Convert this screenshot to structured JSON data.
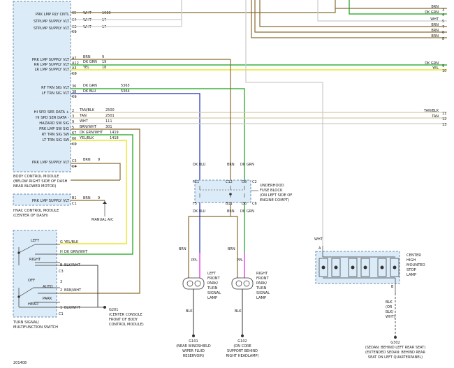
{
  "page_id": "201408",
  "bcm": {
    "pins": [
      {
        "label": "PRK LMP RLY CNTL",
        "pin": "65",
        "color": "WHT",
        "circuit": "1080"
      },
      {
        "label": "STPLMP SUPPLY VLT",
        "pin": "C4",
        "color": "WHT",
        "circuit": "17"
      },
      {
        "label": "STPLMP SUPPLY VLT",
        "pin": "C2",
        "color": "WHT",
        "circuit": "17"
      },
      {
        "label": "",
        "pin": "C1",
        "color": "",
        "circuit": ""
      },
      {
        "label": "PRK LMP SUPPLY VLT",
        "pin": "A7",
        "color": "BRN",
        "circuit": "9"
      },
      {
        "label": "RR LMP SUPPLY VLT",
        "pin": "A12",
        "color": "DK GRN",
        "circuit": "19"
      },
      {
        "label": "LR LMP SUPPLY VLT",
        "pin": "A3",
        "color": "YEL",
        "circuit": "18"
      },
      {
        "label": "",
        "pin": "C3",
        "color": "",
        "circuit": ""
      },
      {
        "label": "RF TRN SIG VLT",
        "pin": "36",
        "color": "DK GRN",
        "circuit": "5365"
      },
      {
        "label": "LF TRN SIG VLT",
        "pin": "38",
        "color": "DK BLU",
        "circuit": "5364"
      },
      {
        "label": "",
        "pin": "C1",
        "color": "",
        "circuit": ""
      },
      {
        "label": "HI SPD SER DATA +",
        "pin": "2",
        "color": "TAN/BLK",
        "circuit": "2500"
      },
      {
        "label": "HI SPD SER DATA -",
        "pin": "3",
        "color": "TAN",
        "circuit": "2501"
      },
      {
        "label": "HAZARD SW SIG",
        "pin": "9",
        "color": "WHT",
        "circuit": "111"
      },
      {
        "label": "PRK LMP SW SIG",
        "pin": "5",
        "color": "BRN/WHT",
        "circuit": "301"
      },
      {
        "label": "RT TRN SIG SW",
        "pin": "67",
        "color": "DK GRN/WHT",
        "circuit": "1419"
      },
      {
        "label": "LT TRN SIG SW",
        "pin": "66",
        "color": "YEL/BLK",
        "circuit": "1418"
      },
      {
        "label": "",
        "pin": "C2",
        "color": "",
        "circuit": ""
      },
      {
        "label": "PRK LMP SUPPLY VLT",
        "pin": "C5",
        "color": "BRN",
        "circuit": "9"
      },
      {
        "label": "",
        "pin": "C4",
        "color": "",
        "circuit": ""
      }
    ],
    "caption": [
      "BODY CONTROL MODULE",
      "(BELOW RIGHT SIDE OF DASH",
      "NEAR BLOWER MOTOR)"
    ]
  },
  "hvac": {
    "label": "PRK LMP SUPPLY VLT",
    "pin": "B1",
    "color": "BRN",
    "circuit": "9",
    "connector": "C1",
    "caption": [
      "HVAC CONTROL MODULE",
      "(CENTER OF DASH)"
    ],
    "note": "MANUAL A/C"
  },
  "turn_switch": {
    "left": "LEFT",
    "right": "RIGHT",
    "off": "OFF",
    "auto": "AUTO",
    "park": "PARK",
    "head": "HEAD",
    "pins": [
      {
        "pin": "G",
        "color": "YEL/BLK"
      },
      {
        "pin": "H",
        "color": "DK GRN/WHT"
      },
      {
        "pin": "B",
        "color": "BLK/WHT"
      },
      {
        "pin": "3",
        "color": ""
      },
      {
        "pin": "2",
        "color": "BRN/WHT"
      },
      {
        "pin": "1",
        "color": "BLK/WHT"
      }
    ],
    "connectors": [
      "C3",
      "C1"
    ],
    "caption": [
      "TURN SIGNAL/",
      "MULTIFUNCTION SWITCH"
    ]
  },
  "g201": {
    "label": "G201",
    "desc": [
      "(CENTER CONSOLE",
      "FRONT OF BODY",
      "CONTROL MODULE)"
    ]
  },
  "right_edge": [
    {
      "color": "BRN",
      "ref": "3"
    },
    {
      "color": "DK GRN",
      "ref": "4"
    },
    {
      "color": "WHT",
      "ref": "5"
    },
    {
      "color": "BRN",
      "ref": "7"
    },
    {
      "color": "BRN",
      "ref": "6"
    },
    {
      "color": "BRN",
      "ref": "8"
    },
    {
      "color": "DK GRN",
      "ref": "9"
    },
    {
      "color": "YEL",
      "ref": "10"
    },
    {
      "color": "TAN/BLK",
      "ref": "11"
    },
    {
      "color": "TAN",
      "ref": "12"
    },
    {
      "color": "",
      "ref": "13"
    }
  ],
  "fuse_block": {
    "caption": [
      "UNDERHOOD",
      "FUSE BLOCK",
      "(ON LEFT SIDE OF",
      "ENGINE COMPT)"
    ],
    "left_wire": {
      "top": "DK BLU",
      "pin_top": "F11",
      "pin_bot": "F5",
      "bot": "DK BLU"
    },
    "mid_wire": {
      "top": "BRN",
      "pin_top": "C12",
      "pin_bot": "B11",
      "bot": "BRN"
    },
    "right_wire": {
      "top": "DK GRN",
      "pin_top": "D8",
      "pin_bot": "D6",
      "bot": "DK GRN"
    },
    "connector_top": "C2",
    "connector_bot": "C6"
  },
  "lf_lamp": {
    "wire_brn": "BRN",
    "wire_ppl": "PPL",
    "blk": "BLK",
    "caption": [
      "LEFT",
      "FRONT",
      "PARK/",
      "TURN",
      "SIGNAL",
      "LAMP"
    ],
    "ground": "G101",
    "ground_desc": [
      "(NEAR WINDSHIELD",
      "WIPER FLUID",
      "RESERVOIR)"
    ]
  },
  "rf_lamp": {
    "wire_brn": "BRN",
    "wire_ppl": "PPL",
    "blk": "BLK",
    "caption": [
      "RIGHT",
      "FRONT",
      "PARK/",
      "TURN",
      "SIGNAL",
      "LAMP"
    ],
    "ground": "G102",
    "ground_desc": [
      "(ON CORE",
      "SUPPORT BEHIND",
      "RIGHT HEADLAMP)"
    ]
  },
  "chmsl": {
    "wire": "WHT",
    "pin_a": "A",
    "pin_b": "B",
    "caption": [
      "CENTER",
      "HIGH",
      "MOUNTED",
      "STOP",
      "LAMP"
    ],
    "lower_wire": [
      "BLK",
      "(OR",
      "BLK/",
      "WHT)"
    ],
    "ground": "G302",
    "ground_desc": [
      "(SEDAN: BEHIND LEFT REAR SEAT)",
      "(EXTENDED SEDAN: BEHIND REAR",
      "SEAT ON LEFT QUARTERPANEL)"
    ]
  },
  "colors": {
    "brn": "#8b6a2e",
    "dk_grn": "#15a015",
    "yel": "#e8e000",
    "dk_blu": "#1a2fb0",
    "ppl": "#e020e0",
    "tan": "#d8c9a3",
    "wht": "#cccccc",
    "module_fill": "#dcebf8",
    "line": "#333333"
  }
}
